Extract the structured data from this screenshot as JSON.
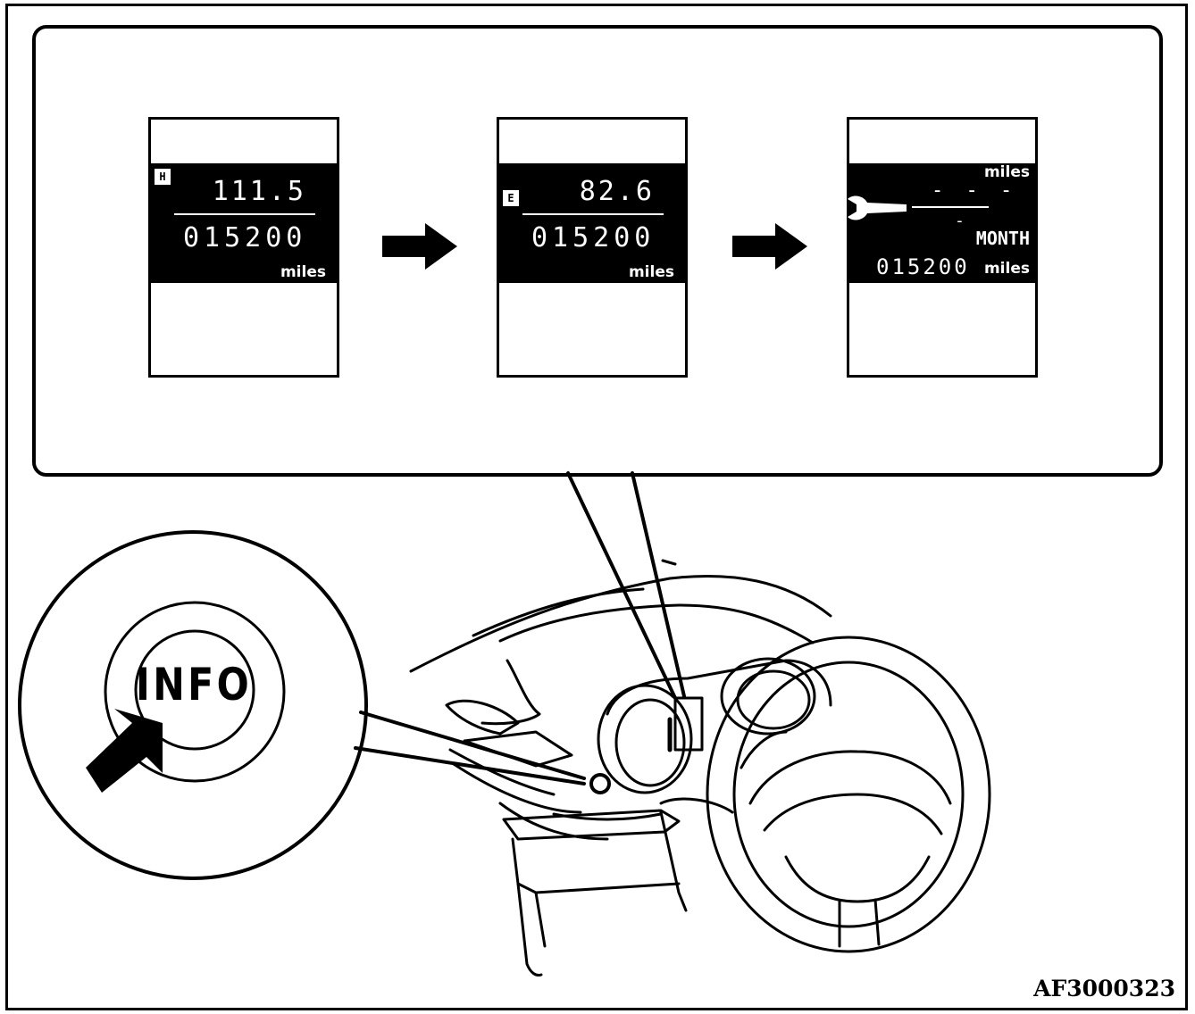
{
  "figure_code": "AF3000323",
  "button": {
    "label": "INFO"
  },
  "displays": [
    {
      "mode_icon_label": "H",
      "value": "111.5",
      "odometer": "015200",
      "unit": "miles"
    },
    {
      "mode_icon_label": "E",
      "value": "82.6",
      "odometer": "015200",
      "unit": "miles"
    },
    {
      "unit_top": "miles",
      "service_distance": "- - -",
      "month_dash": "-",
      "month_label": "MONTH",
      "odometer": "015200",
      "unit": "miles"
    }
  ]
}
